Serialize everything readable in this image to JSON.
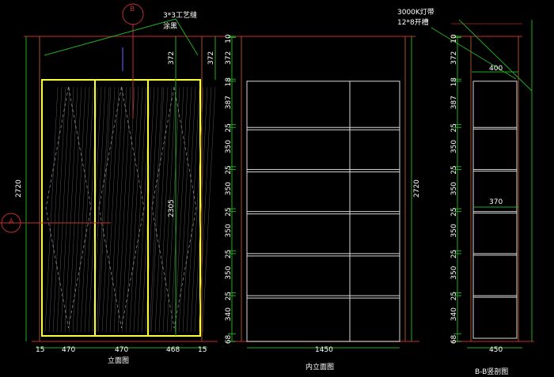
{
  "total_height": "2720",
  "vertical_chain": [
    "10",
    "372",
    "18",
    "387",
    "25",
    "350",
    "25",
    "350",
    "25",
    "350",
    "25",
    "350",
    "25",
    "340",
    "68"
  ],
  "vertical_chain_mm": [
    10,
    372,
    18,
    387,
    25,
    350,
    25,
    350,
    25,
    350,
    25,
    350,
    25,
    340,
    68
  ],
  "front": {
    "title": "立面图",
    "door_height": "2305",
    "top_gap": "372",
    "width_dims": [
      "15",
      "470",
      "470",
      "468",
      "15"
    ],
    "annotation_line1": "3*3工艺缝",
    "annotation_line2": "涂黑",
    "section_b": "B",
    "section_a": "A"
  },
  "inner": {
    "title": "内立面图",
    "width": "1450"
  },
  "section": {
    "title": "B-B竖剖图",
    "depth_top": "400",
    "depth_shelf": "370",
    "depth_total": "450",
    "annotation_line1": "3000K灯带",
    "annotation_line2": "12*8开槽"
  },
  "colors": {
    "frame": "#8b1a1a",
    "side": "#a0522d",
    "door": "#ffff33",
    "dim": "#22aa22",
    "shelf": "#d8d8d8",
    "glass": "#555555"
  }
}
